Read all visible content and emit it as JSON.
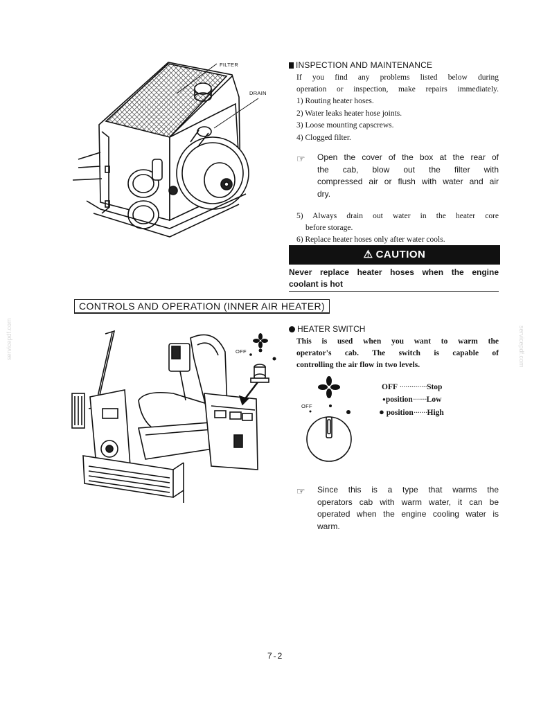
{
  "heater_figure": {
    "filter_label": "FILTER",
    "drain_label": "DRAIN"
  },
  "inspection": {
    "title": "INSPECTION AND MAINTENANCE",
    "intro_line1": "If you find any problems listed below during",
    "intro_line2": "operation or inspection, make repairs immediately.",
    "items": [
      "1) Routing heater hoses.",
      "2) Water leaks heater hose joints.",
      "3) Loose mounting capscrews.",
      "4) Clogged filter."
    ],
    "note_lines": [
      "Open the cover of the box at the rear of",
      "the cab, blow out the filter with",
      "compressed air or flush with water and air",
      "dry."
    ],
    "item5_line1": "5) Always drain out water in the heater core",
    "item5_line2": "before storage.",
    "item6": "6) Replace heater hoses only after water cools."
  },
  "caution": {
    "label": "CAUTION",
    "text_line1": "Never replace heater hoses when the engine",
    "text_line2": "coolant is hot"
  },
  "controls_heading": "CONTROLS AND OPERATION (INNER AIR HEATER)",
  "cab_figure": {
    "off_label": "OFF"
  },
  "heater_switch": {
    "title": "HEATER SWITCH",
    "text_line1": "This is used when you want to warm the",
    "text_line2": "operator's cab. The switch is capable of",
    "text_line3": "controlling the air flow in two levels.",
    "off_label": "OFF",
    "legend": [
      {
        "mark": "OFF",
        "dots": "··············",
        "value": "Stop"
      },
      {
        "mark": "position",
        "dots": "·······",
        "value": "Low"
      },
      {
        "mark": "position",
        "dots": "·······",
        "value": "High"
      }
    ],
    "note_lines": [
      "Since this is a type that warms the",
      "operators cab with warm water, it can be",
      "operated when the engine cooling water is",
      "warm."
    ]
  },
  "page_number": "7-2",
  "watermark": "servicepdf.com"
}
